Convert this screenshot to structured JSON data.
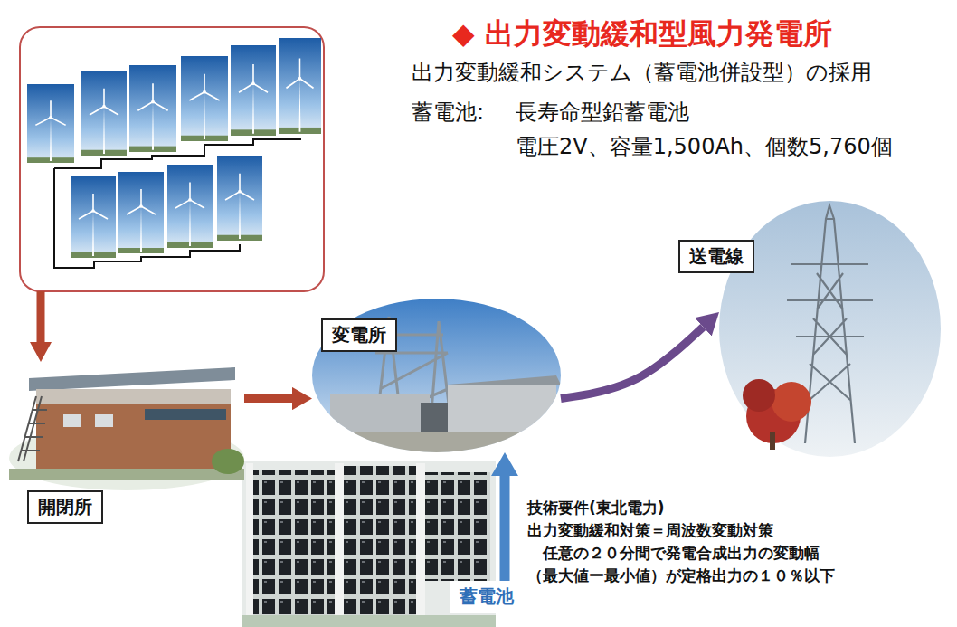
{
  "diagram": {
    "title": "◆ 出力変動緩和型風力発電所",
    "nodes": [
      {
        "text": [
          "開閉所"
        ]
      },
      {
        "text": [
          "変電所"
        ]
      },
      {
        "text": [
          "送電線"
        ]
      },
      {
        "text": [
          "蓄電池"
        ]
      }
    ],
    "edges": [
      {
        "from": 0,
        "to": 1,
        "arrow": "to"
      },
      {
        "from": 1,
        "to": 2,
        "arrow": "to"
      },
      {
        "from": 3,
        "to": 1,
        "arrow": "to"
      }
    ],
    "labels": [
      "出力変動緩和システム（蓄電池併設型）の採用",
      "蓄電池:",
      "長寿命型鉛蓄電池",
      "電圧2V、容量1,500Ah、個数5,760個",
      "技術要件(東北電力)",
      "出力変動緩和対策＝周波数変動対策",
      "任意の２０分間で発電合成出力の変動幅",
      "（最大値ー最小値）が定格出力の１０％以下"
    ]
  }
}
